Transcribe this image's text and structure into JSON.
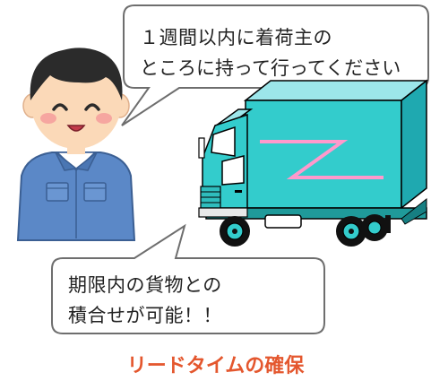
{
  "speech_top": {
    "line1": "１週間以内に着荷主の",
    "line2": "ところに持って行ってください"
  },
  "speech_bottom": {
    "line1": "期限内の貨物との",
    "line2": "積合せが可能！！"
  },
  "caption": {
    "text": "リードタイムの確保",
    "color": "#e4572e"
  },
  "colors": {
    "truck_body": "#33cccc",
    "truck_stripe": "#ff99cc",
    "bubble_border": "#6e6e6e",
    "shirt": "#5b88c7",
    "hair": "#2b2b2b",
    "skin": "#fbd9b8"
  }
}
